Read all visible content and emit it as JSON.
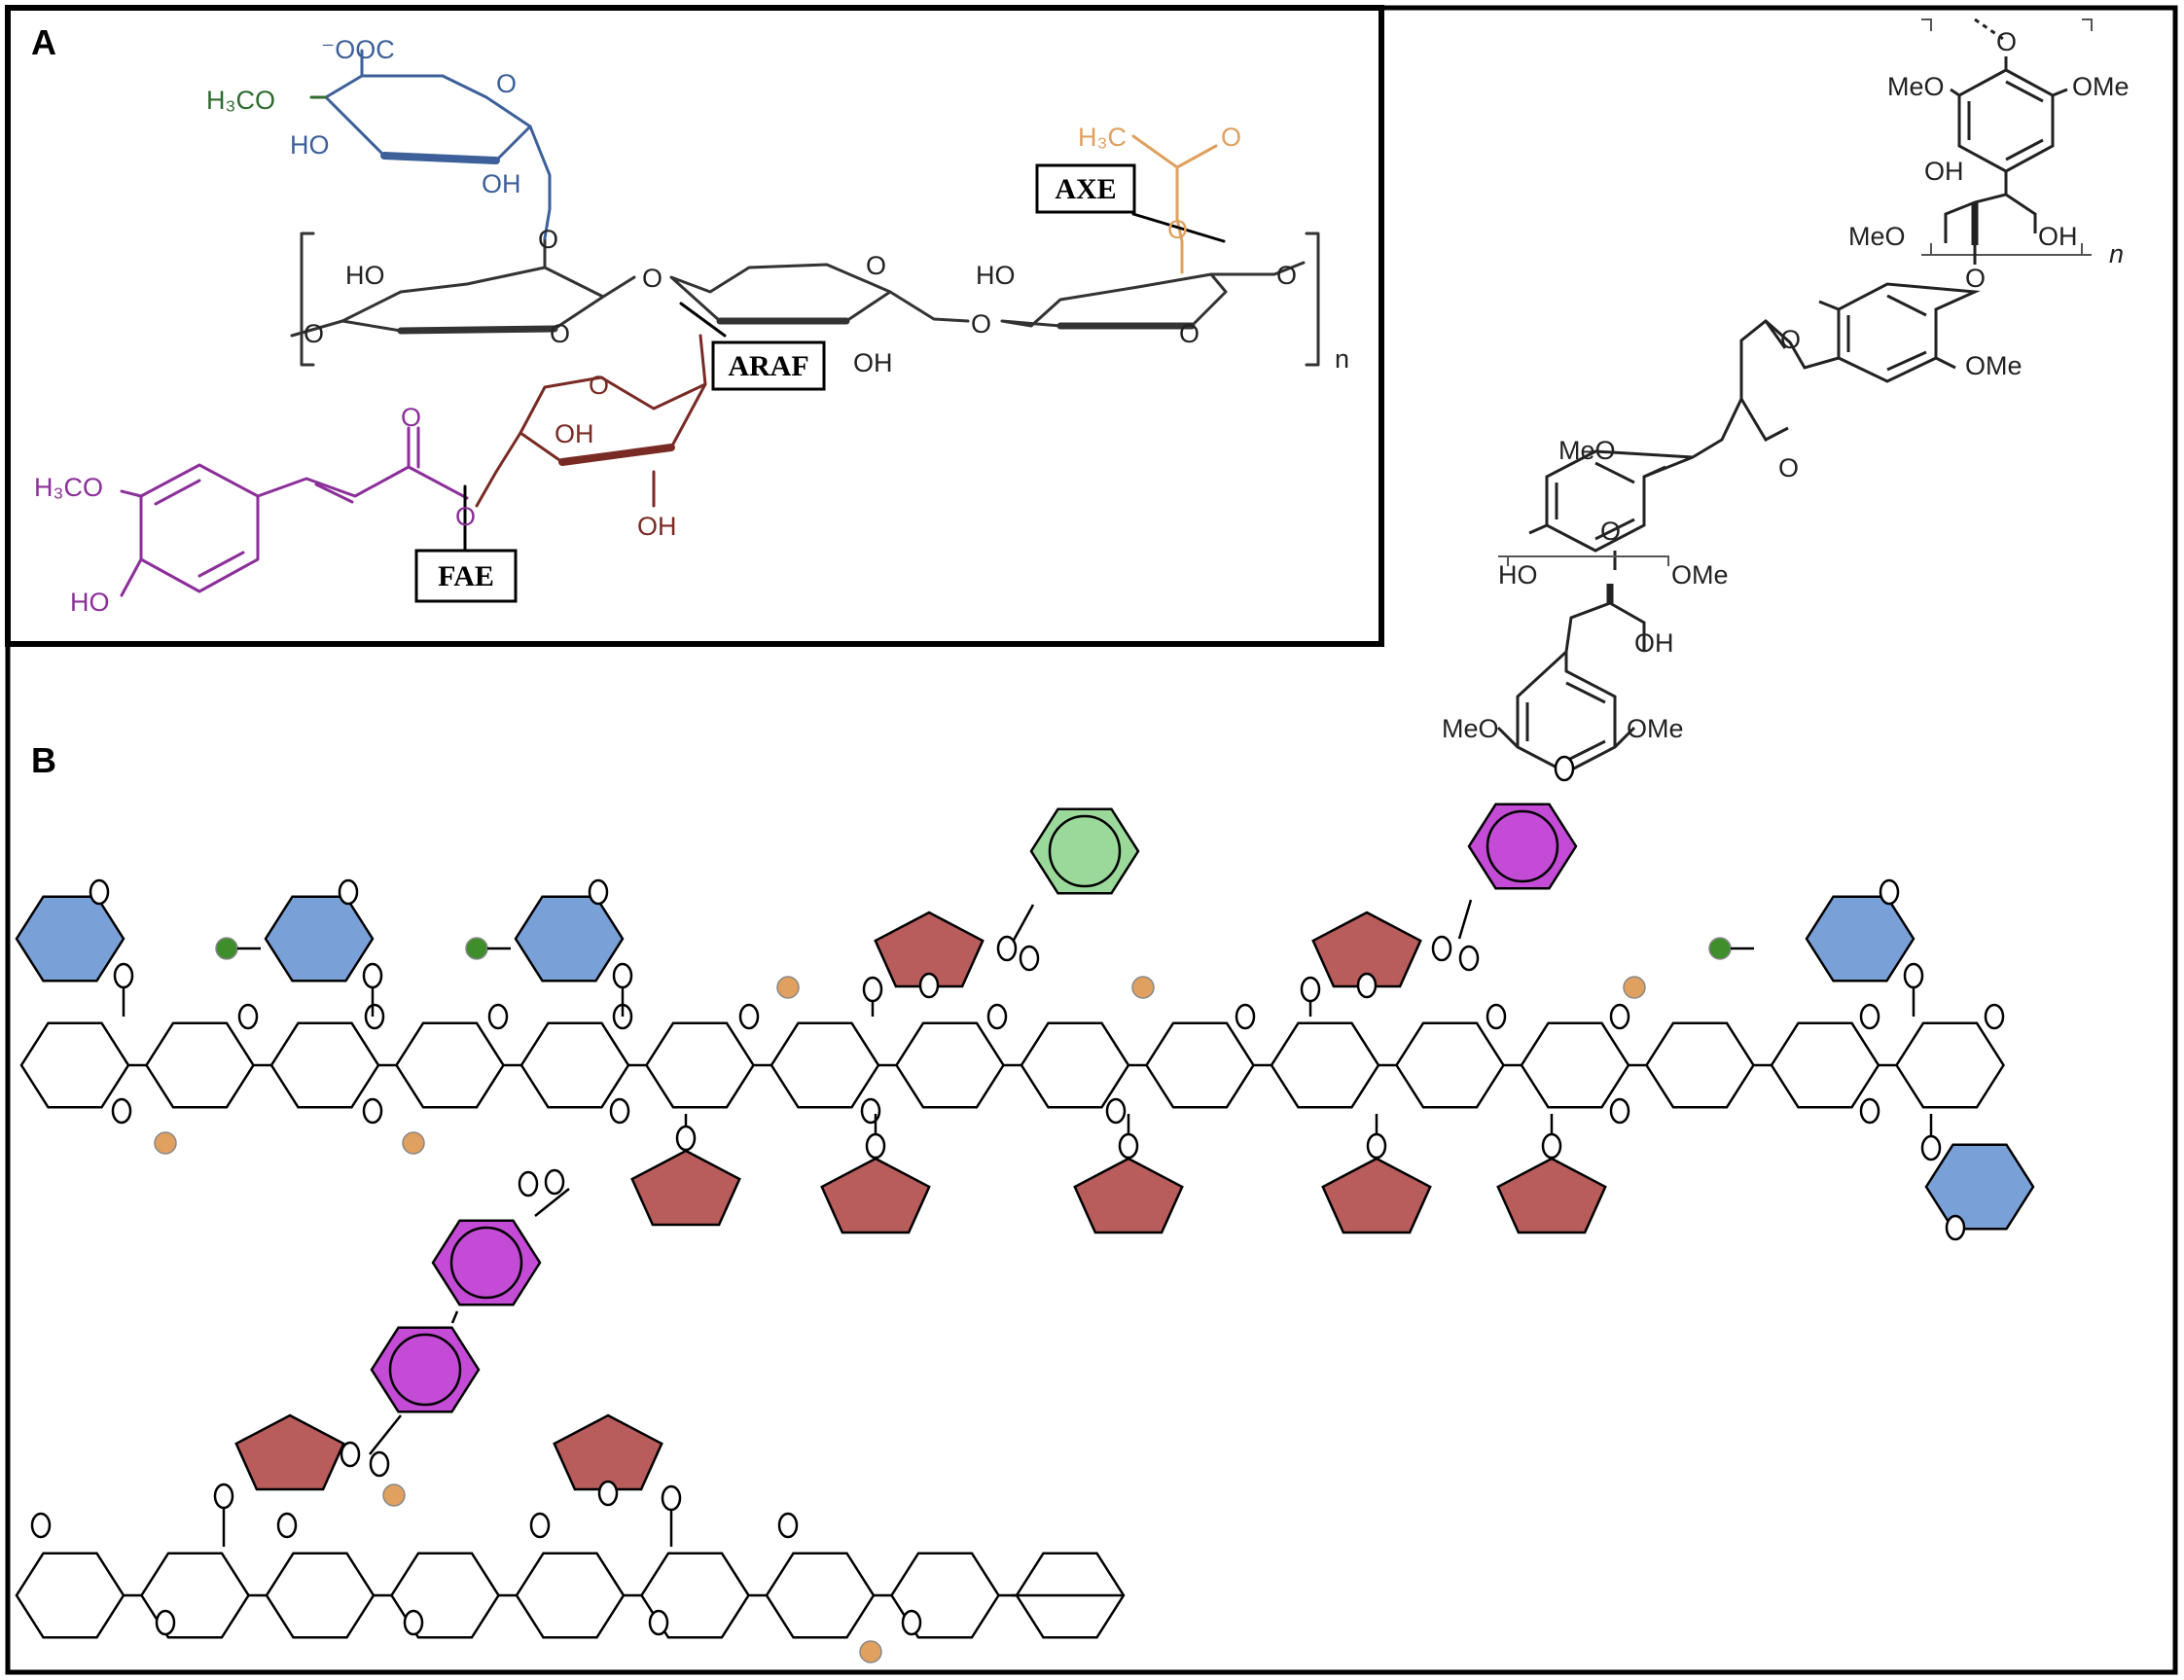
{
  "panels": {
    "a": "A",
    "b": "B"
  },
  "colors": {
    "glucuronic": "#3d5f9a",
    "methyl": "#2e6b2e",
    "acetyl": "#e0a060",
    "ferulic": "#8c2f9a",
    "arabinose": "#7a2a24",
    "blue_node": "#7aa0d8",
    "green_node": "#9bd99b",
    "purple_node": "#c44bd6",
    "red_node": "#b85c5c",
    "orange_dot": "#e0a060",
    "green_dot": "#3e8e2c"
  },
  "chemistry": {
    "glucuronic": {
      "carboxylate": "⁻OOC",
      "methoxy": "H₃CO",
      "hydroxyl_1": "HO",
      "hydroxyl_2": "OH",
      "ring_o": "O"
    },
    "acetyl": {
      "methyl": "H₃C",
      "carbonyl_o": "O",
      "ester_o": "O"
    },
    "xylan": {
      "hydroxyl_1": "HO",
      "hydroxyl_2": "HO",
      "hydroxyl_3": "OH",
      "ring_o_1": "O",
      "ring_o_2": "O",
      "ring_o_3": "O",
      "link_o_1": "O",
      "link_o_2": "O",
      "link_o_3": "O",
      "link_o_4": "O",
      "end_o": "O",
      "repeat": "n"
    },
    "arabinose": {
      "hydroxyl_1": "OH",
      "hydroxyl_2": "OH",
      "ring_o": "O"
    },
    "ferulate": {
      "methoxy": "H₃CO",
      "hydroxyl": "HO",
      "carbonyl_o": "O",
      "ester_o": "O"
    },
    "lignin": {
      "top_o": "O",
      "meo_1": "MeO",
      "ome_1": "OMe",
      "oh_1": "OH",
      "oh_2": "OH",
      "repeat": "n",
      "meo_2": "MeO",
      "o_link_1": "O",
      "ome_2": "OMe",
      "furan_o_1": "O",
      "furan_o_2": "O",
      "meo_3": "MeO",
      "o_link_2": "O",
      "ome_3": "OMe",
      "ho": "HO",
      "oh_3": "OH",
      "meo_4": "MeO",
      "ome_4": "OMe"
    }
  },
  "enzyme_labels": {
    "axe": "AXE",
    "araf": "ARAF",
    "fae": "FAE"
  }
}
